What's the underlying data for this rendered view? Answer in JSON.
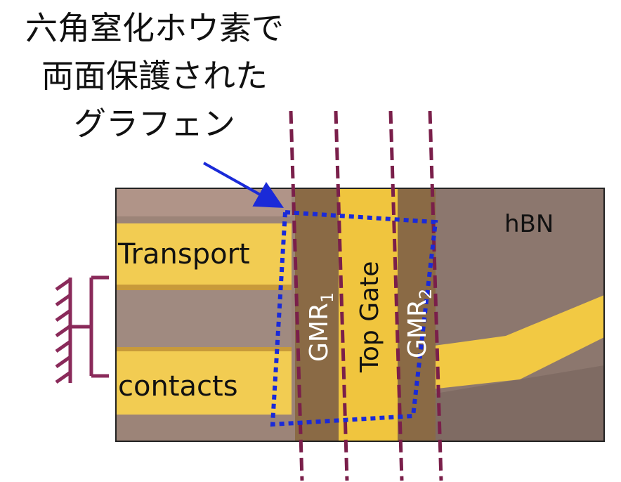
{
  "caption": {
    "line1": "六角窒化ホウ素で",
    "line2": "両面保護された",
    "line3": "グラフェン"
  },
  "labels": {
    "transport": "Transport",
    "contacts": "contacts",
    "hbn": "hBN",
    "gmr1_main": "GMR",
    "gmr1_sub": "1",
    "top_gate": "Top Gate",
    "gmr2_main": "GMR",
    "gmr2_sub": "2"
  },
  "colors": {
    "substrate": "#9c8478",
    "gold": "#f2cc52",
    "gold_edge": "#c89a3a",
    "gate_brown": "#8a6a45",
    "dashed_line": "#7a1f4a",
    "ground_symbol": "#8a2a5a",
    "outline_dotted": "#1a2ad8",
    "arrow": "#1a2ad8"
  },
  "icons": {
    "ground": "ground-symbol-icon",
    "pointer": "arrow-icon"
  }
}
